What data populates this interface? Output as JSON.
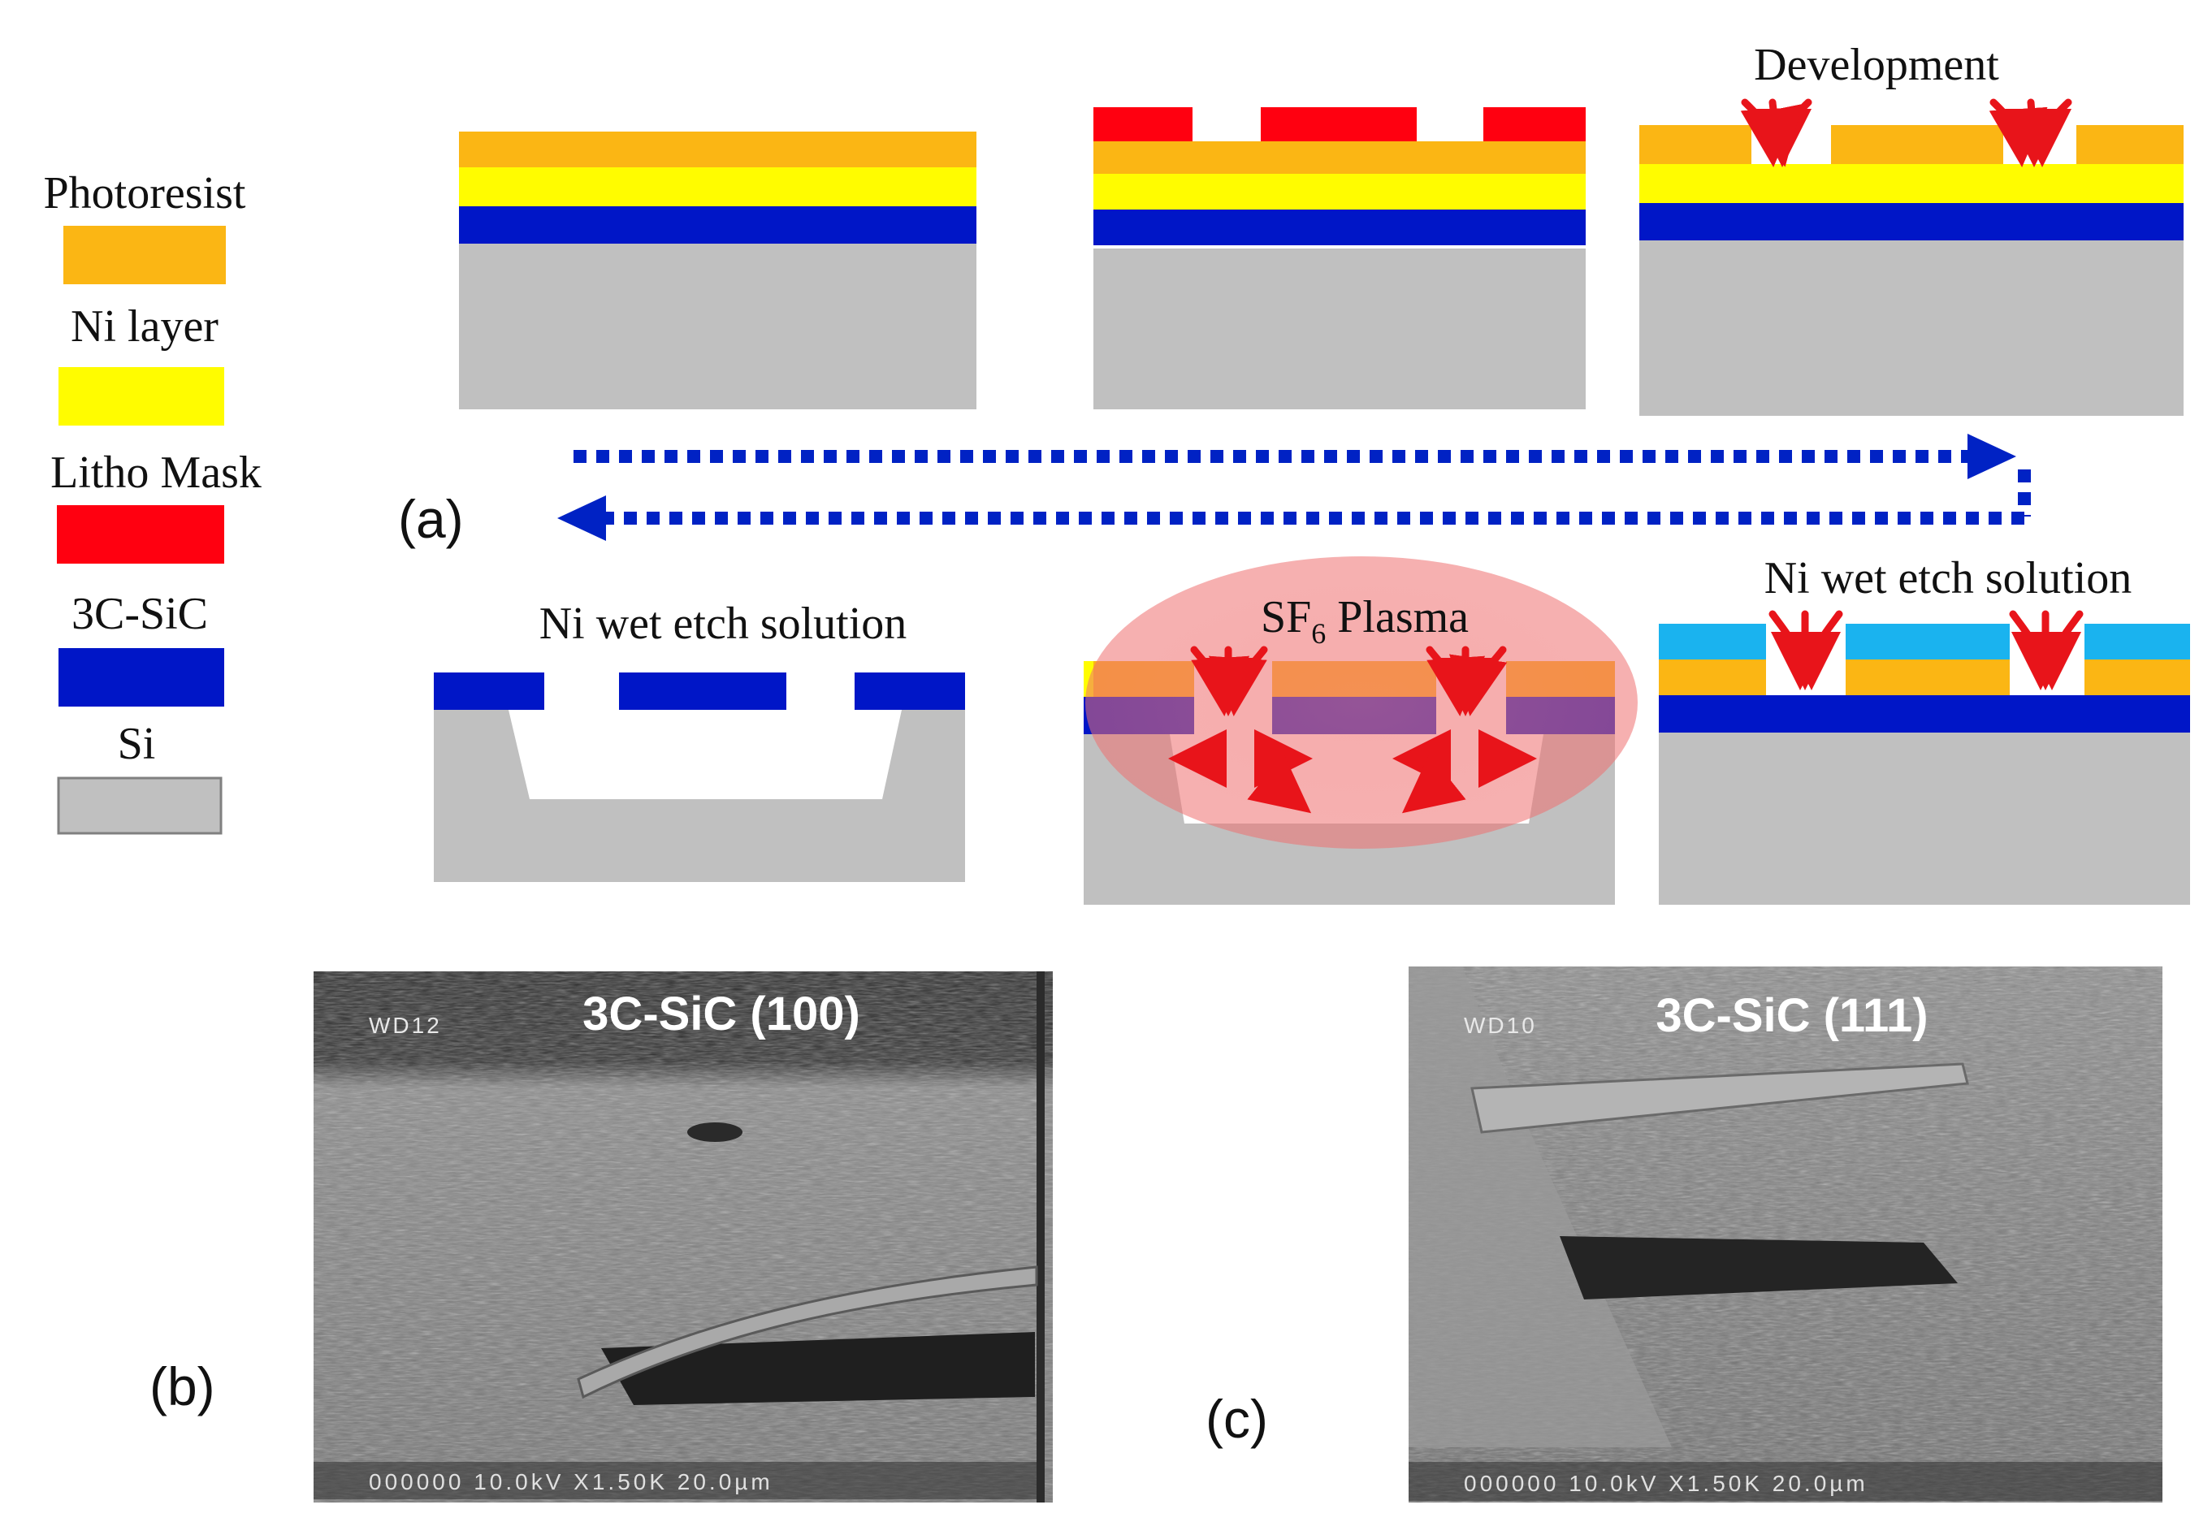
{
  "colors": {
    "photoresist": "#fbb614",
    "ni_layer": "#fffc00",
    "litho_mask": "#ff0010",
    "sic": "#0016c7",
    "si": "#c0c0c0",
    "top_layer_cyan": "#1ab3ef",
    "arrow_red": "#e8141a",
    "flow_arrow_blue": "#0022c4",
    "plasma_pink": "#f08080",
    "sem_bg": "#7b7b7b"
  },
  "legend": {
    "photoresist": "Photoresist",
    "ni_layer": "Ni layer",
    "litho_mask": "Litho Mask",
    "sic": "3C-SiC",
    "si": "Si"
  },
  "panel_labels": {
    "a": "(a)",
    "b": "(b)",
    "c": "(c)"
  },
  "step_labels": {
    "development": "Development",
    "ni_etch_top": "Ni wet etch solution",
    "sf6_prefix": "SF",
    "sf6_sub": "6",
    "sf6_suffix": " Plasma",
    "ni_etch_bottom": "Ni wet etch solution"
  },
  "sem_b": {
    "title": "3C-SiC (100)",
    "wd": "WD12",
    "footer": "000000 10.0kV X1.50K 20.0µm"
  },
  "sem_c": {
    "title": "3C-SiC (111)",
    "wd": "WD10",
    "footer": "000000 10.0kV X1.50K 20.0µm"
  },
  "icons": {
    "flow_forward": "arrow-right-icon",
    "flow_back": "arrow-left-icon",
    "chemical": "curved-arrow-icon"
  }
}
